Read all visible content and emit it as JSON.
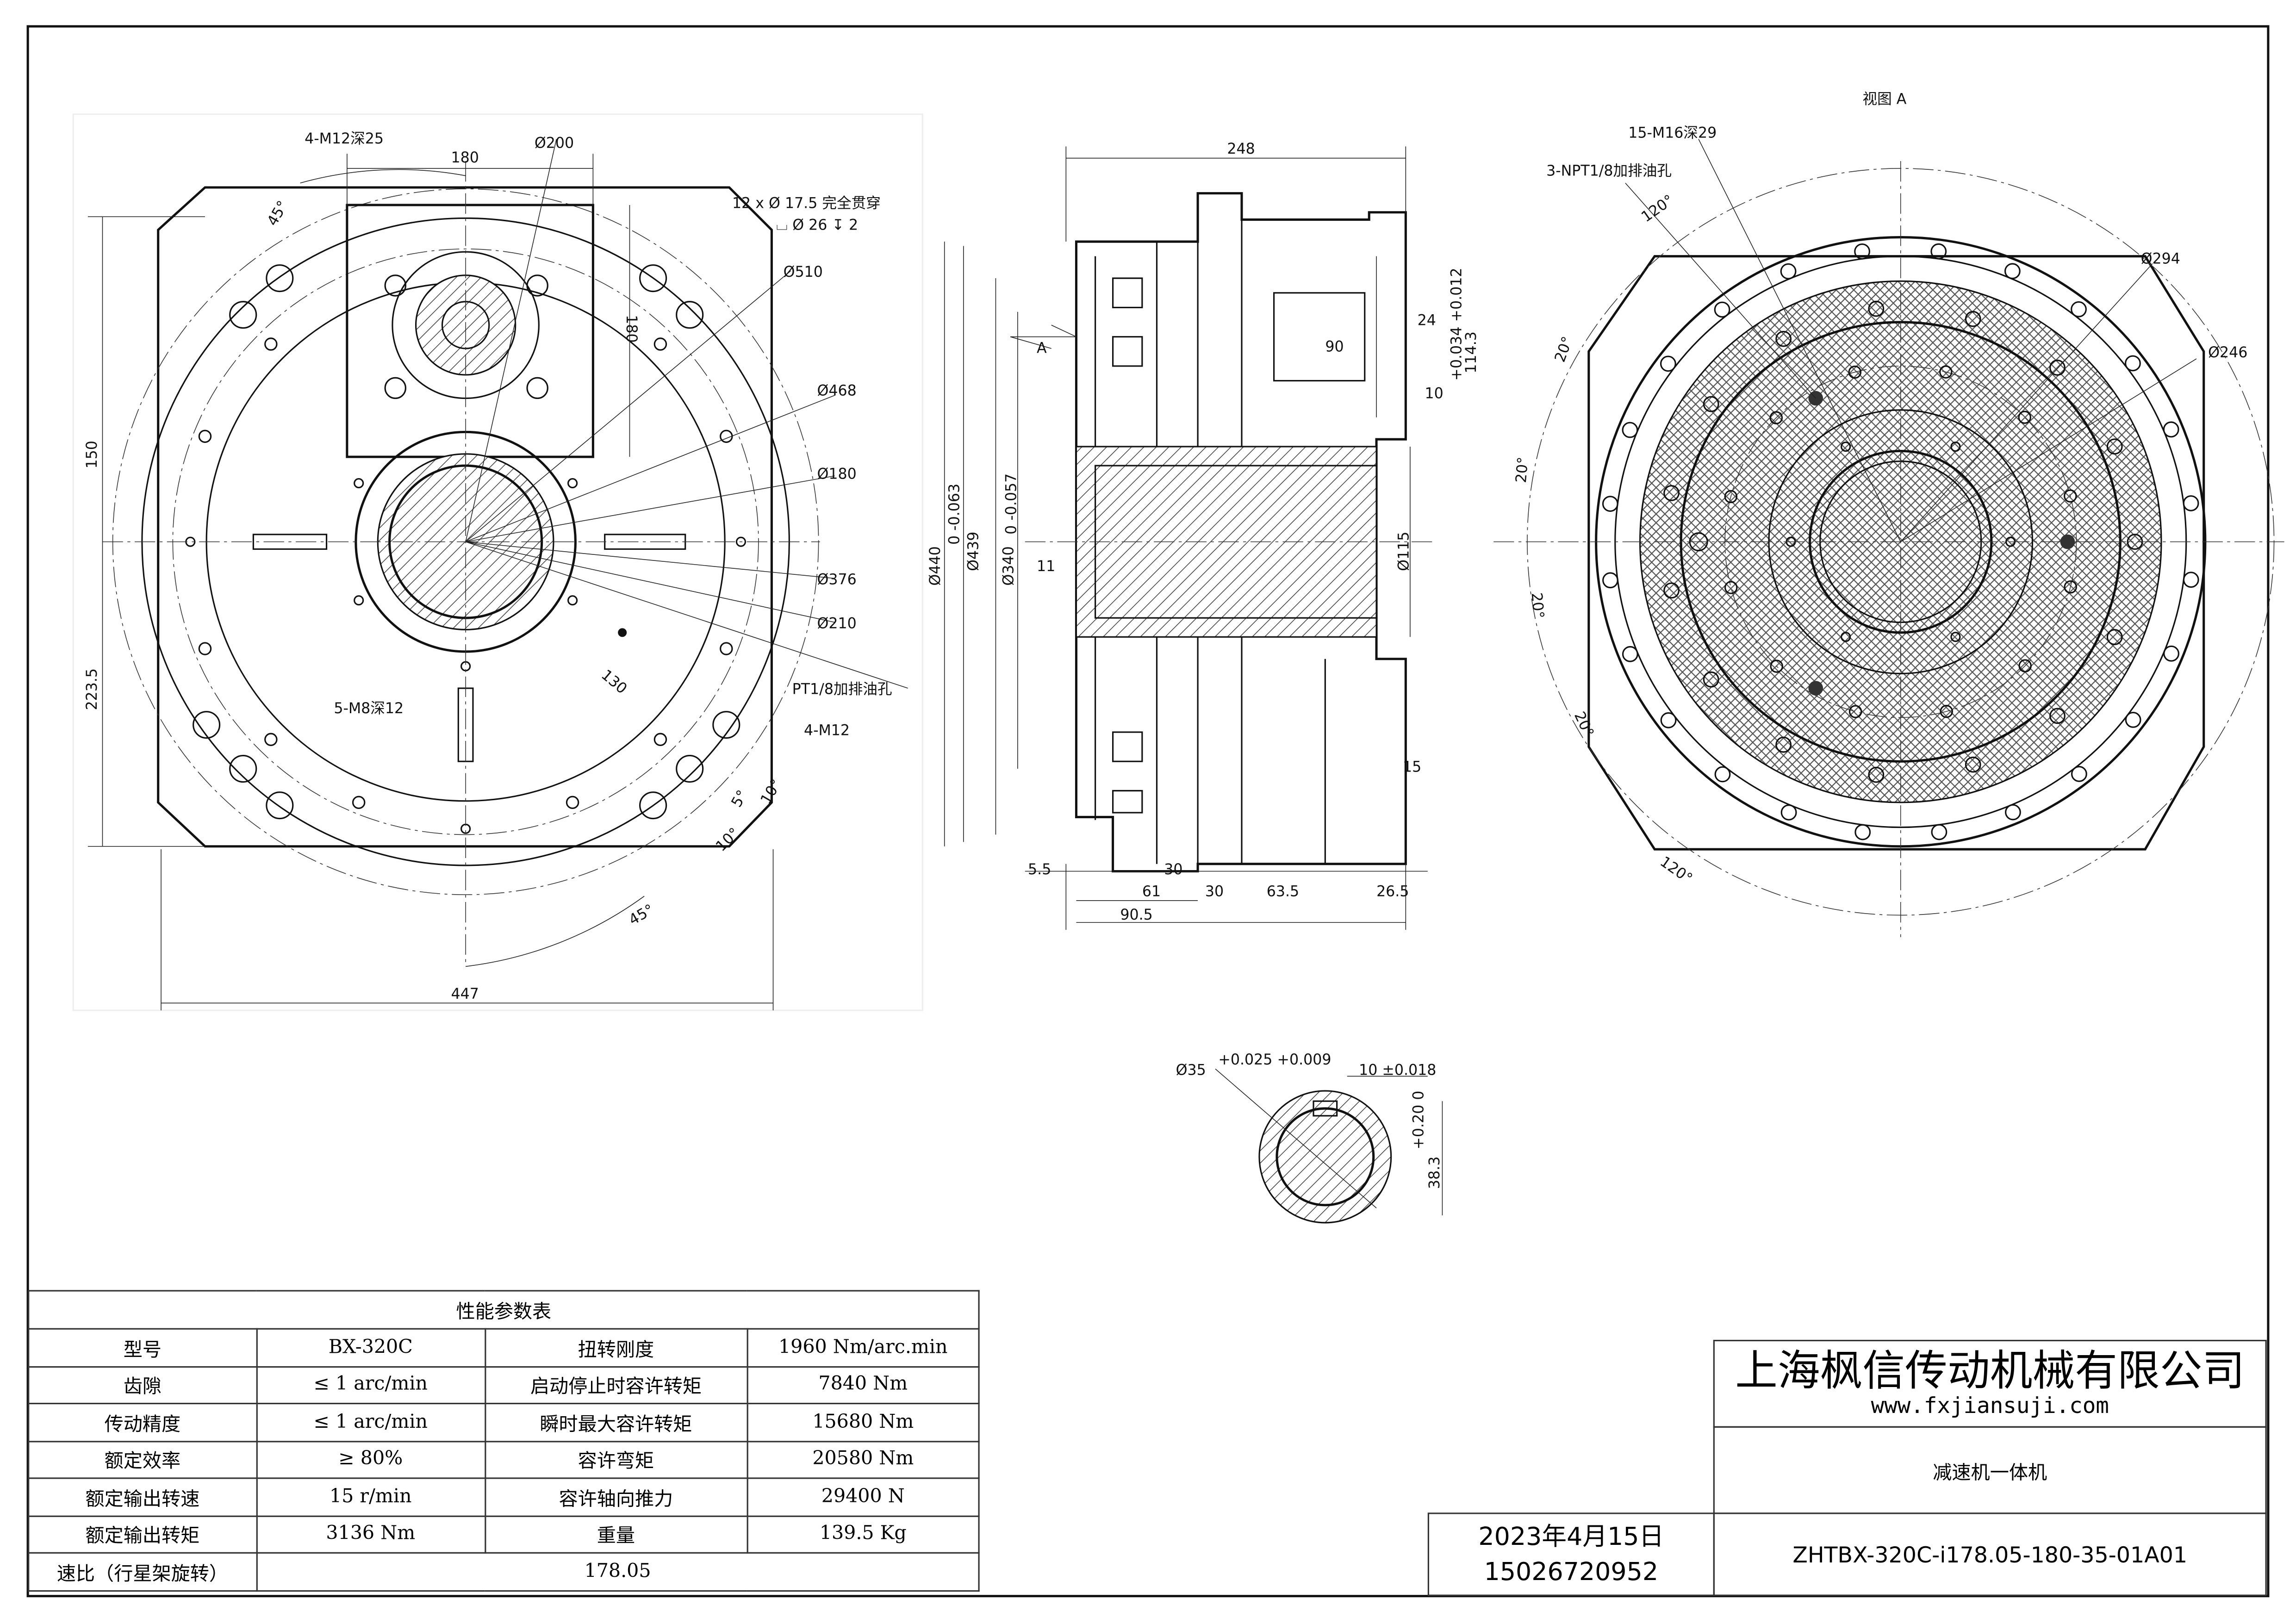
{
  "front_view": {
    "labels": {
      "tap_top": "4-M12深25",
      "w180": "180",
      "d200": "Ø200",
      "holes": "12 x Ø 17.5 完全贯穿",
      "cbore": "⌴ Ø 26 ↧ 2",
      "d510": "Ø510",
      "d468": "Ø468",
      "d180": "Ø180",
      "d376": "Ø376",
      "d210": "Ø210",
      "h180": "180",
      "h150": "150",
      "h223": "223.5",
      "a45top": "45°",
      "a45bot": "45°",
      "m8": "5-M8深12",
      "r130": "130",
      "oil": "PT1/8加排油孔",
      "m12": "4-M12",
      "a5": "5°",
      "a10a": "10°",
      "a10b": "10°",
      "w447": "447"
    }
  },
  "side_view": {
    "labels": {
      "w248": "248",
      "A": "A",
      "d440": "Ø440",
      "d440tol": "0 -0.063",
      "d439": "Ø439",
      "d340": "Ø340",
      "d340tol": "0 -0.057",
      "d90": "90",
      "d24": "24",
      "d10": "10",
      "d114": "114.3",
      "d114tol": "+0.034 +0.012",
      "d115": "Ø115",
      "d11": "11",
      "d15": "15",
      "d5_5": "5.5",
      "d30a": "30",
      "d61": "61",
      "d30b": "30",
      "d63_5": "63.5",
      "d26_5": "26.5",
      "d90_5": "90.5"
    }
  },
  "view_a": {
    "title": "视图 A",
    "labels": {
      "m16": "15-M16深29",
      "npt": "3-NPT1/8加排油孔",
      "d294": "Ø294",
      "d246": "Ø246",
      "a120a": "120°",
      "a120b": "120°",
      "a20a": "20°",
      "a20b": "20°",
      "a20c": "20°",
      "a20d": "20°"
    }
  },
  "keyway_section": {
    "labels": {
      "d35": "Ø35",
      "d35tol": "+0.025 +0.009",
      "w10": "10 ±0.018",
      "h38": "38.3",
      "h38tol": "+0.20 0"
    }
  },
  "performance_table": {
    "title": "性能参数表",
    "rows": [
      [
        "型号",
        "BX-320C",
        "扭转刚度",
        "1960 Nm/arc.min"
      ],
      [
        "齿隙",
        "≤ 1 arc/min",
        "启动停止时容许转矩",
        "7840 Nm"
      ],
      [
        "传动精度",
        "≤ 1 arc/min",
        "瞬时最大容许转矩",
        "15680 Nm"
      ],
      [
        "额定效率",
        "≥ 80%",
        "容许弯矩",
        "20580 Nm"
      ],
      [
        "额定输出转速",
        "15 r/min",
        "容许轴向推力",
        "29400 N"
      ],
      [
        "额定输出转矩",
        "3136 Nm",
        "重量",
        "139.5 Kg"
      ]
    ],
    "ratio_label": "速比（行星架旋转）",
    "ratio_value": "178.05"
  },
  "title_block": {
    "company": "上海枫信传动机械有限公司",
    "website": "www.fxjiansuji.com",
    "product": "减速机一体机",
    "date": "2023年4月15日",
    "phone": "15026720952",
    "drawing_number": "ZHTBX-320C-i178.05-180-35-01A01"
  }
}
